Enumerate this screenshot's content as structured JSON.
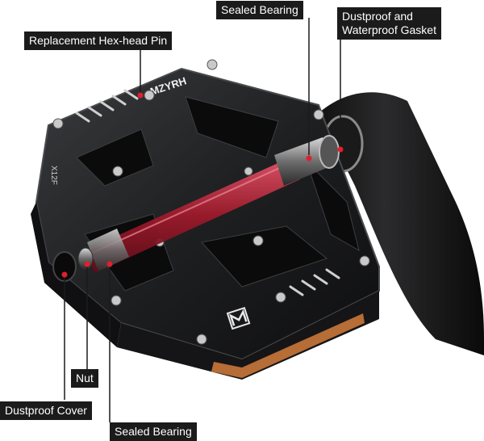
{
  "brand": {
    "logo_text": "MZYRH",
    "model_code": "X12F"
  },
  "labels": {
    "replacement_pin": "Replacement Hex-head Pin",
    "sealed_bearing_top": "Sealed Bearing",
    "dustproof_gasket": "Dustproof and\nWaterproof Gasket",
    "nut": "Nut",
    "dustproof_cover": "Dustproof Cover",
    "sealed_bearing_bottom": "Sealed Bearing"
  },
  "colors": {
    "pedal_body": "#1e1f21",
    "axle": "#c0283a",
    "marker": "#e0202e",
    "reflector": "#c8773a",
    "label_bg": "#1b1b1b"
  }
}
